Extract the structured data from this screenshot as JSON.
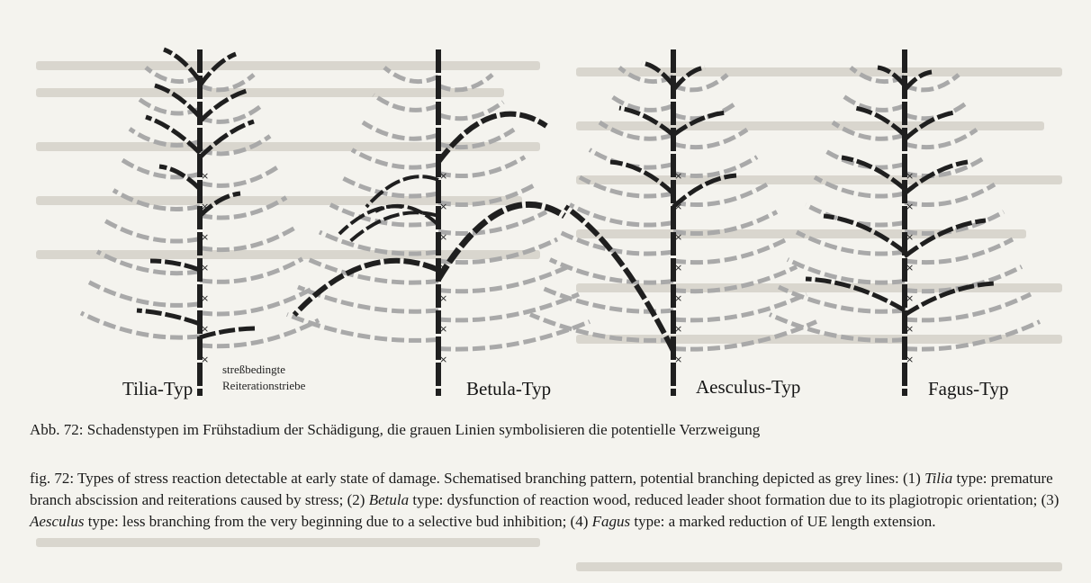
{
  "figure": {
    "panels": [
      {
        "label": "Tilia-Typ"
      },
      {
        "label": "Betula-Typ"
      },
      {
        "label": "Aesculus-Typ"
      },
      {
        "label": "Fagus-Typ"
      }
    ],
    "annotation_line1": "streßbedingte",
    "annotation_line2": "Reiterationstriebe"
  },
  "caption_de": "Abb. 72: Schadenstypen im Frühstadium der Schädigung, die grauen Linien symbolisieren die potentielle Verzweigung",
  "caption_en": {
    "p0": "fig. 72: Types of stress reaction detectable at early state of damage. Schematised branching pattern, potential branching depicted as grey lines: (1) ",
    "i1": "Tilia",
    "p1": " type: premature branch abscission and reiterations caused by stress; (2) ",
    "i2": "Betula",
    "p2": " type: dysfunction of reaction wood, reduced leader shoot formation due to its plagiotropic orientation; (3) ",
    "i3": "Aesculus",
    "p3": " type: less branching from the very beginning due to a selective bud inhibition; (4) ",
    "i4": "Fagus",
    "p4": " type: a marked reduction of UE length extension."
  }
}
